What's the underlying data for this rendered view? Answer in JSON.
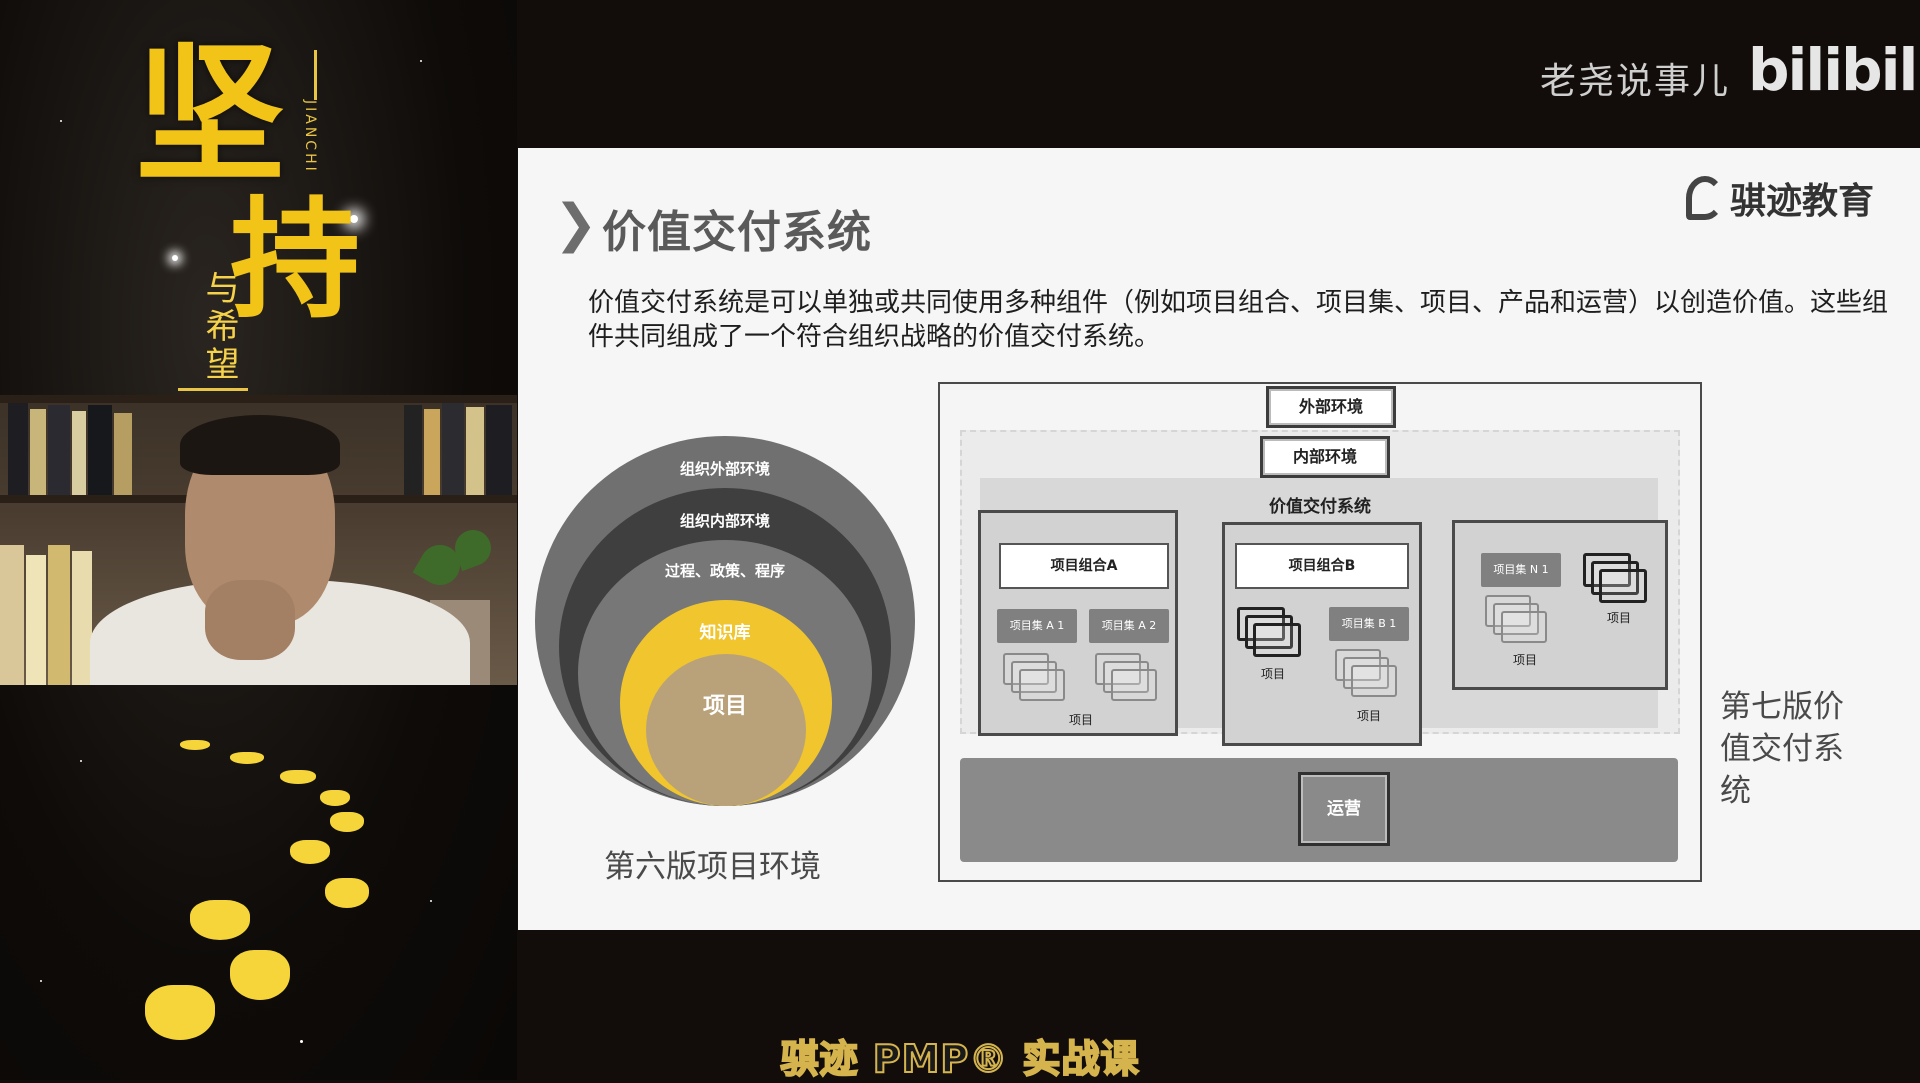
{
  "poster": {
    "big_char_1": "坚",
    "big_char_2": "持",
    "sub_text": "与希望",
    "latin": "JIANCHI"
  },
  "watermark": {
    "channel": "老尧说事儿",
    "site_logo": "bilibili"
  },
  "slide": {
    "title": "价值交付系统",
    "brand": "骐迹教育",
    "description": "价值交付系统是可以单独或共同使用多种组件（例如项目组合、项目集、项目、产品和运营）以创造价值。这些组件共同组成了一个符合组织战略的价值交付系统。",
    "left_diagram": {
      "rings": [
        "组织外部环境",
        "组织内部环境",
        "过程、政策、程序",
        "知识库",
        "项目"
      ],
      "caption": "第六版项目环境"
    },
    "right_diagram": {
      "external": "外部环境",
      "internal": "内部环境",
      "system_label": "价值交付系统",
      "portfolio_a": {
        "title": "项目组合A",
        "programs": [
          "项目集 A 1",
          "项目集 A 2"
        ],
        "project_label": "项目"
      },
      "portfolio_b": {
        "title": "项目组合B",
        "programs": [
          "项目集 B 1"
        ],
        "project_label_1": "项目",
        "project_label_2": "项目"
      },
      "portfolio_n": {
        "programs": [
          "项目集 N 1"
        ],
        "project_label_1": "项目",
        "project_label_2": "项目"
      },
      "operations": "运营",
      "caption": "第七版价值交付系统"
    }
  },
  "footer": {
    "course_title": "骐迹 PMP® 实战课"
  }
}
